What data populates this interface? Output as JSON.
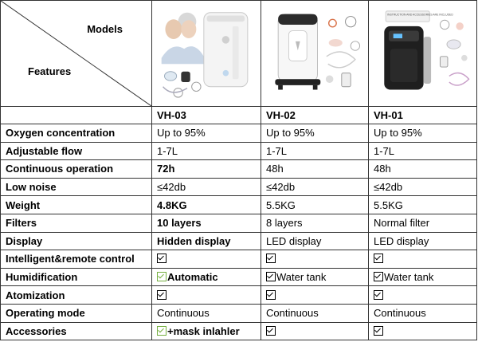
{
  "header": {
    "models_label": "Models",
    "features_label": "Features",
    "product_images": [
      "vh03-oxygen-concentrator-photo",
      "vh02-oxygen-concentrator-photo",
      "vh01-oxygen-concentrator-photo"
    ],
    "vh01_box_text": "INSTRUCTION AND ACCESSORIES ARE INCLUDED"
  },
  "models": [
    "VH-03",
    "VH-02",
    "VH-01"
  ],
  "highlight_color": "#76b041",
  "rows": [
    {
      "feature": "Oxygen concentration",
      "values": [
        "Up to 95%",
        "Up to 95%",
        "Up to 95%"
      ],
      "highlight": false
    },
    {
      "feature": "Adjustable flow",
      "values": [
        "1-7L",
        "1-7L",
        "1-7L"
      ],
      "highlight": false
    },
    {
      "feature": "Continuous operation",
      "values": [
        "72h",
        "48h",
        "48h"
      ],
      "highlight": true
    },
    {
      "feature": "Low noise",
      "values": [
        "≤42db",
        "≤42db",
        "≤42db"
      ],
      "highlight": false
    },
    {
      "feature": "Weight",
      "values": [
        "4.8KG",
        "5.5KG",
        "5.5KG"
      ],
      "highlight": true
    },
    {
      "feature": "Filters",
      "values": [
        "10 layers",
        "8 layers",
        "Normal filter"
      ],
      "highlight": true
    },
    {
      "feature": "Display",
      "values": [
        "Hidden display",
        "LED display",
        "LED display"
      ],
      "highlight": true
    },
    {
      "feature": "Intelligent&remote control",
      "values": [
        "",
        "",
        ""
      ],
      "checkbox": true,
      "highlight": false
    },
    {
      "feature": "Humidification",
      "values": [
        "Automatic",
        "Water tank",
        "Water tank"
      ],
      "checkbox": true,
      "highlight": true
    },
    {
      "feature": "Atomization",
      "values": [
        "",
        "",
        ""
      ],
      "checkbox": true,
      "highlight": false
    },
    {
      "feature": "Operating mode",
      "values": [
        "Continuous",
        "Continuous",
        "Continuous"
      ],
      "highlight": false
    },
    {
      "feature": "Accessories",
      "values": [
        "+mask inlahler",
        "",
        ""
      ],
      "checkbox": true,
      "highlight": true
    }
  ]
}
